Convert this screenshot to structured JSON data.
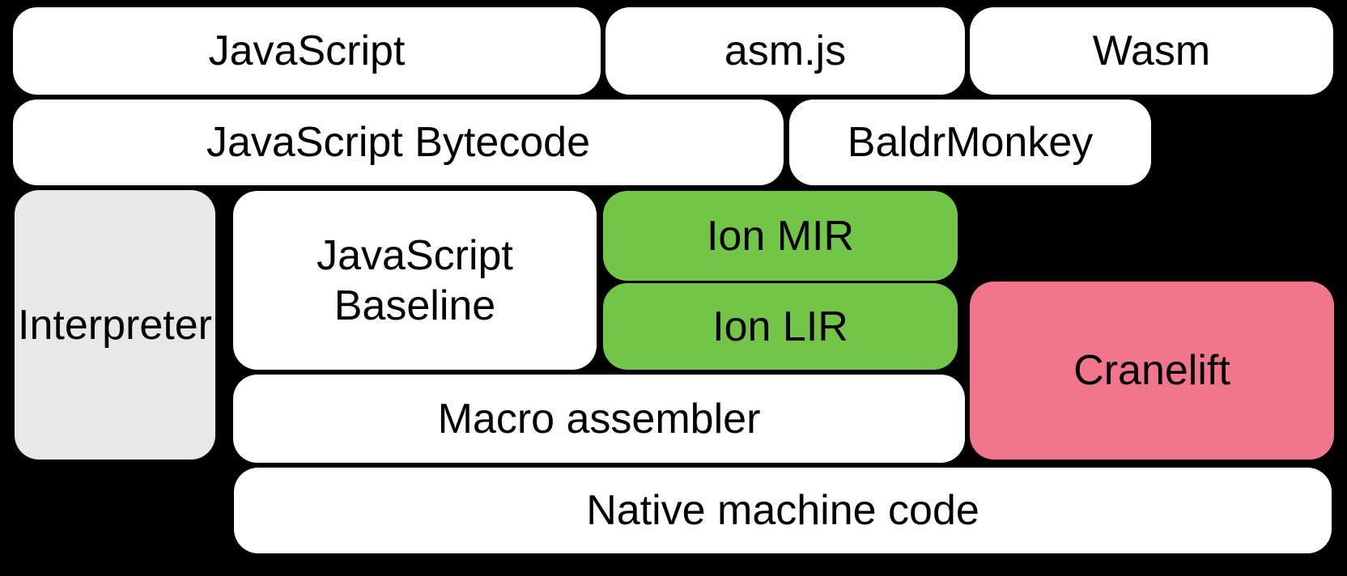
{
  "diagram": {
    "title": "JavaScript engine compilation pipeline",
    "background_color": "#000000",
    "text_color": "#000000",
    "colors": {
      "default_box": "#ffffff",
      "interpreter_gray": "#e8e8e8",
      "ion_green": "#72c547",
      "cranelift_pink": "#f1758b"
    },
    "boxes": [
      {
        "id": "javascript",
        "label": "JavaScript",
        "color": "#ffffff"
      },
      {
        "id": "asmjs",
        "label": "asm.js",
        "color": "#ffffff"
      },
      {
        "id": "wasm",
        "label": "Wasm",
        "color": "#ffffff"
      },
      {
        "id": "js-bytecode",
        "label": "JavaScript Bytecode",
        "color": "#ffffff"
      },
      {
        "id": "baldrmonkey",
        "label": "BaldrMonkey",
        "color": "#ffffff"
      },
      {
        "id": "interpreter",
        "label": "Interpreter",
        "color": "#e8e8e8"
      },
      {
        "id": "js-baseline",
        "label": "JavaScript\nBaseline",
        "color": "#ffffff"
      },
      {
        "id": "ion-mir",
        "label": "Ion MIR",
        "color": "#72c547"
      },
      {
        "id": "ion-lir",
        "label": "Ion LIR",
        "color": "#72c547"
      },
      {
        "id": "cranelift",
        "label": "Cranelift",
        "color": "#f1758b"
      },
      {
        "id": "macro-assembler",
        "label": "Macro assembler",
        "color": "#ffffff"
      },
      {
        "id": "native-machine-code",
        "label": "Native machine code",
        "color": "#ffffff"
      }
    ]
  }
}
